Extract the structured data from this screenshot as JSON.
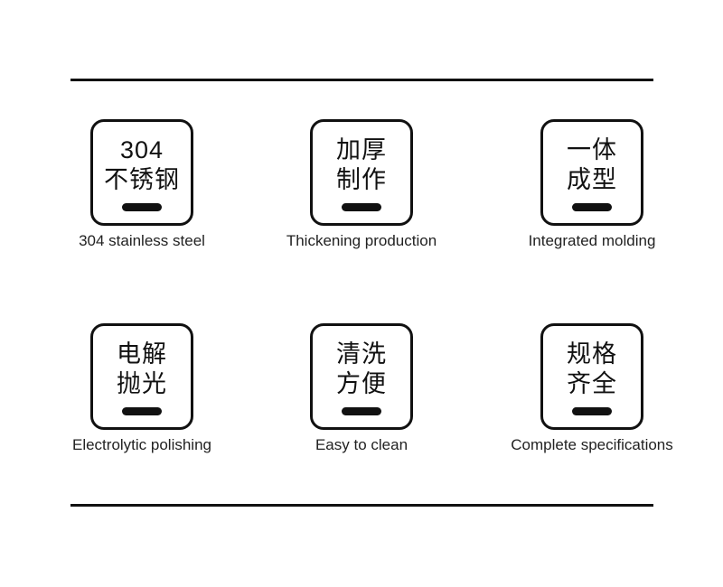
{
  "page": {
    "background_color": "#ffffff",
    "ink_color": "#111111",
    "caption_color": "#222222"
  },
  "features": [
    {
      "zh_line1": "304",
      "zh_line2": "不锈钢",
      "caption": "304 stainless steel"
    },
    {
      "zh_line1": "加厚",
      "zh_line2": "制作",
      "caption": "Thickening production"
    },
    {
      "zh_line1": "一体",
      "zh_line2": "成型",
      "caption": "Integrated molding"
    },
    {
      "zh_line1": "电解",
      "zh_line2": "抛光",
      "caption": "Electrolytic polishing"
    },
    {
      "zh_line1": "清洗",
      "zh_line2": "方便",
      "caption": "Easy to clean"
    },
    {
      "zh_line1": "规格",
      "zh_line2": "齐全",
      "caption": "Complete specifications"
    }
  ]
}
